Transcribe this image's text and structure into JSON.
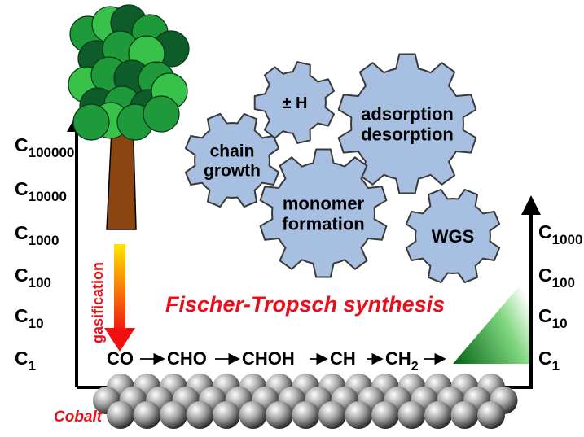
{
  "title": "Fischer-Tropsch synthesis",
  "left_axis": {
    "labels": [
      {
        "base": "C",
        "sub": "100000"
      },
      {
        "base": "C",
        "sub": "10000"
      },
      {
        "base": "C",
        "sub": "1000"
      },
      {
        "base": "C",
        "sub": "100"
      },
      {
        "base": "C",
        "sub": "10"
      },
      {
        "base": "C",
        "sub": "1"
      }
    ]
  },
  "right_axis": {
    "labels": [
      {
        "base": "C",
        "sub": "1000"
      },
      {
        "base": "C",
        "sub": "100"
      },
      {
        "base": "C",
        "sub": "10"
      },
      {
        "base": "C",
        "sub": "1"
      }
    ]
  },
  "gasification_label": "gasification",
  "catalyst_label": "Cobalt",
  "reaction_chain": [
    {
      "base": "CO",
      "sub": ""
    },
    {
      "base": "CHO",
      "sub": ""
    },
    {
      "base": "CHOH",
      "sub": ""
    },
    {
      "base": "CH",
      "sub": ""
    },
    {
      "base": "CH",
      "sub": "2"
    }
  ],
  "gears": [
    {
      "lines": [
        "chain",
        "growth"
      ]
    },
    {
      "lines": [
        "± H"
      ]
    },
    {
      "lines": [
        "adsorption",
        "desorption"
      ]
    },
    {
      "lines": [
        "monomer",
        "formation"
      ]
    },
    {
      "lines": [
        "WGS"
      ]
    }
  ],
  "colors": {
    "title": "#e8101a",
    "gear_fill": "#a7bfe0",
    "gear_stroke": "#3a3a3a",
    "trunk": "#8b4513",
    "foliage_dark": "#0d5c2a",
    "foliage_mid": "#1f9a3a",
    "foliage_light": "#39c24a",
    "arrow_top": "#ffe600",
    "arrow_bottom": "#f01010",
    "triangle_dark": "#0a6a1a",
    "triangle_light": "#ffffff"
  }
}
